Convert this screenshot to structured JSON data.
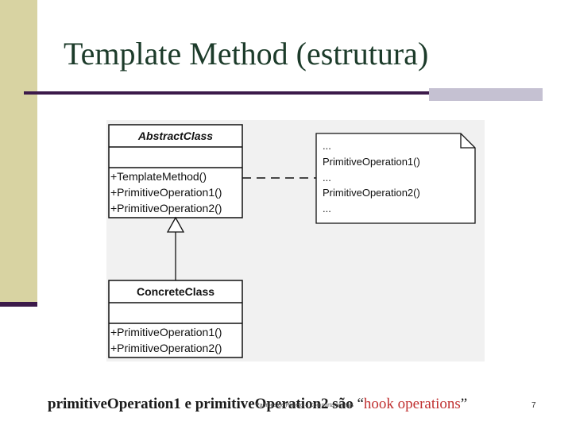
{
  "slide": {
    "title": "Template Method (estrutura)",
    "page_number": "7",
    "footer_small": "Padrões de Projeto – Comportamentais"
  },
  "diagram": {
    "abstract_class": {
      "name": "AbstractClass",
      "operations": [
        "+TemplateMethod()",
        "+PrimitiveOperation1()",
        "+PrimitiveOperation2()"
      ]
    },
    "concrete_class": {
      "name": "ConcreteClass",
      "operations": [
        "+PrimitiveOperation1()",
        "+PrimitiveOperation2()"
      ]
    },
    "note": {
      "lines": [
        "...",
        "PrimitiveOperation1()",
        "...",
        "PrimitiveOperation2()",
        "..."
      ]
    }
  },
  "caption": {
    "text_main": "primitiveOperation1 e primitiveOperation2 são ",
    "open_quote": "“",
    "hook_text": "hook operations",
    "close_quote": "”"
  },
  "colors": {
    "side_bar": "#d8d3a2",
    "accent_dark": "#3c1a4a",
    "title_text": "#1c3b2a",
    "hook_text": "#c03030"
  }
}
